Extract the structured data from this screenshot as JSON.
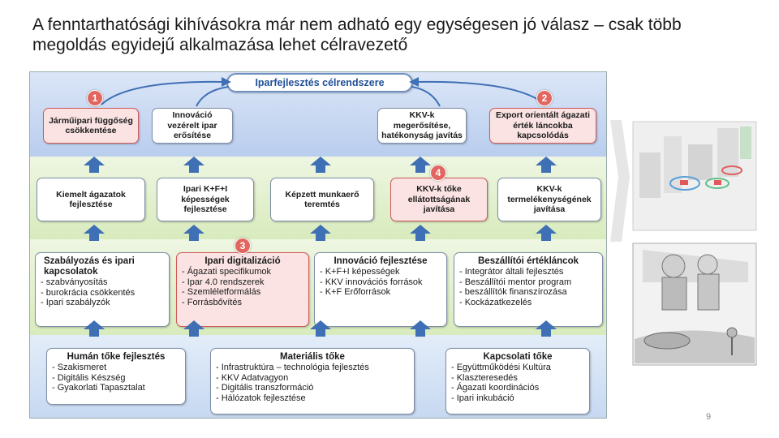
{
  "slide": {
    "title": "A fenntarthatósági kihívásokra már nem adható egy egységesen jó válasz – csak több megoldás egyidejű alkalmazása lehet célravezető",
    "page_number": "9"
  },
  "diagram": {
    "goal": "Iparfejlesztés célrendszere",
    "row1": [
      {
        "text": "Járműipari függőség csökkentése",
        "badge": "1"
      },
      {
        "text": "Innováció vezérelt ipar erősítése"
      },
      {
        "text": "KKV-k megerősítése, hatékonyság javítás"
      },
      {
        "text": "Export orientált ágazati érték láncokba kapcsolódás",
        "badge": "2"
      }
    ],
    "row2": [
      {
        "text": "Kiemelt ágazatok fejlesztése"
      },
      {
        "text": "Ipari K+F+I képességek fejlesztése"
      },
      {
        "text": "Képzett munkaerő teremtés"
      },
      {
        "text": "KKV-k tőke ellátottságának javítása",
        "badge": "4"
      },
      {
        "text": "KKV-k termelékenységének javítása"
      }
    ],
    "row3": [
      {
        "title": "Szabályozás és ipari kapcsolatok",
        "items": [
          "- szabványosítás",
          "- burokrácia csökkentés",
          "- Ipari szabályzók"
        ]
      },
      {
        "title": "Ipari digitalizáció",
        "badge": "3",
        "items": [
          "- Ágazati specifikumok",
          "- Ipar 4.0 rendszerek",
          "- Szemléletformálás",
          "- Forrásbővítés"
        ]
      },
      {
        "title": "Innováció fejlesztése",
        "items": [
          "- K+F+I képességek",
          "- KKV innovációs források",
          "- K+F Erőforrások"
        ]
      },
      {
        "title": "Beszállítói értékláncok",
        "items": [
          "- Integrátor általi fejlesztés",
          "- Beszállítói mentor program",
          "- beszállítók finanszírozása",
          "- Kockázatkezelés"
        ]
      }
    ],
    "row4": [
      {
        "title": "Humán tőke fejlesztés",
        "items": [
          "- Szakismeret",
          "- Digitális Készség",
          "- Gyakorlati Tapasztalat"
        ]
      },
      {
        "title": "Materiális tőke",
        "items": [
          "- Infrastruktúra – technológia fejlesztés",
          "- KKV Adatvagyon",
          "- Digitális transzformáció",
          "- Hálózatok fejlesztése"
        ]
      },
      {
        "title": "Kapcsolati tőke",
        "items": [
          "- Együttműködési Kultúra",
          "- Klaszteresedés",
          "- Ágazati koordinációs",
          "- Ipari inkubáció"
        ]
      }
    ]
  },
  "colors": {
    "band_top": "#c9d8f0",
    "band_green": "#e6f2d4",
    "band_blue": "#d4e2f4",
    "accent_red": "#e2665f",
    "arrow_blue": "#3f6fb4"
  }
}
